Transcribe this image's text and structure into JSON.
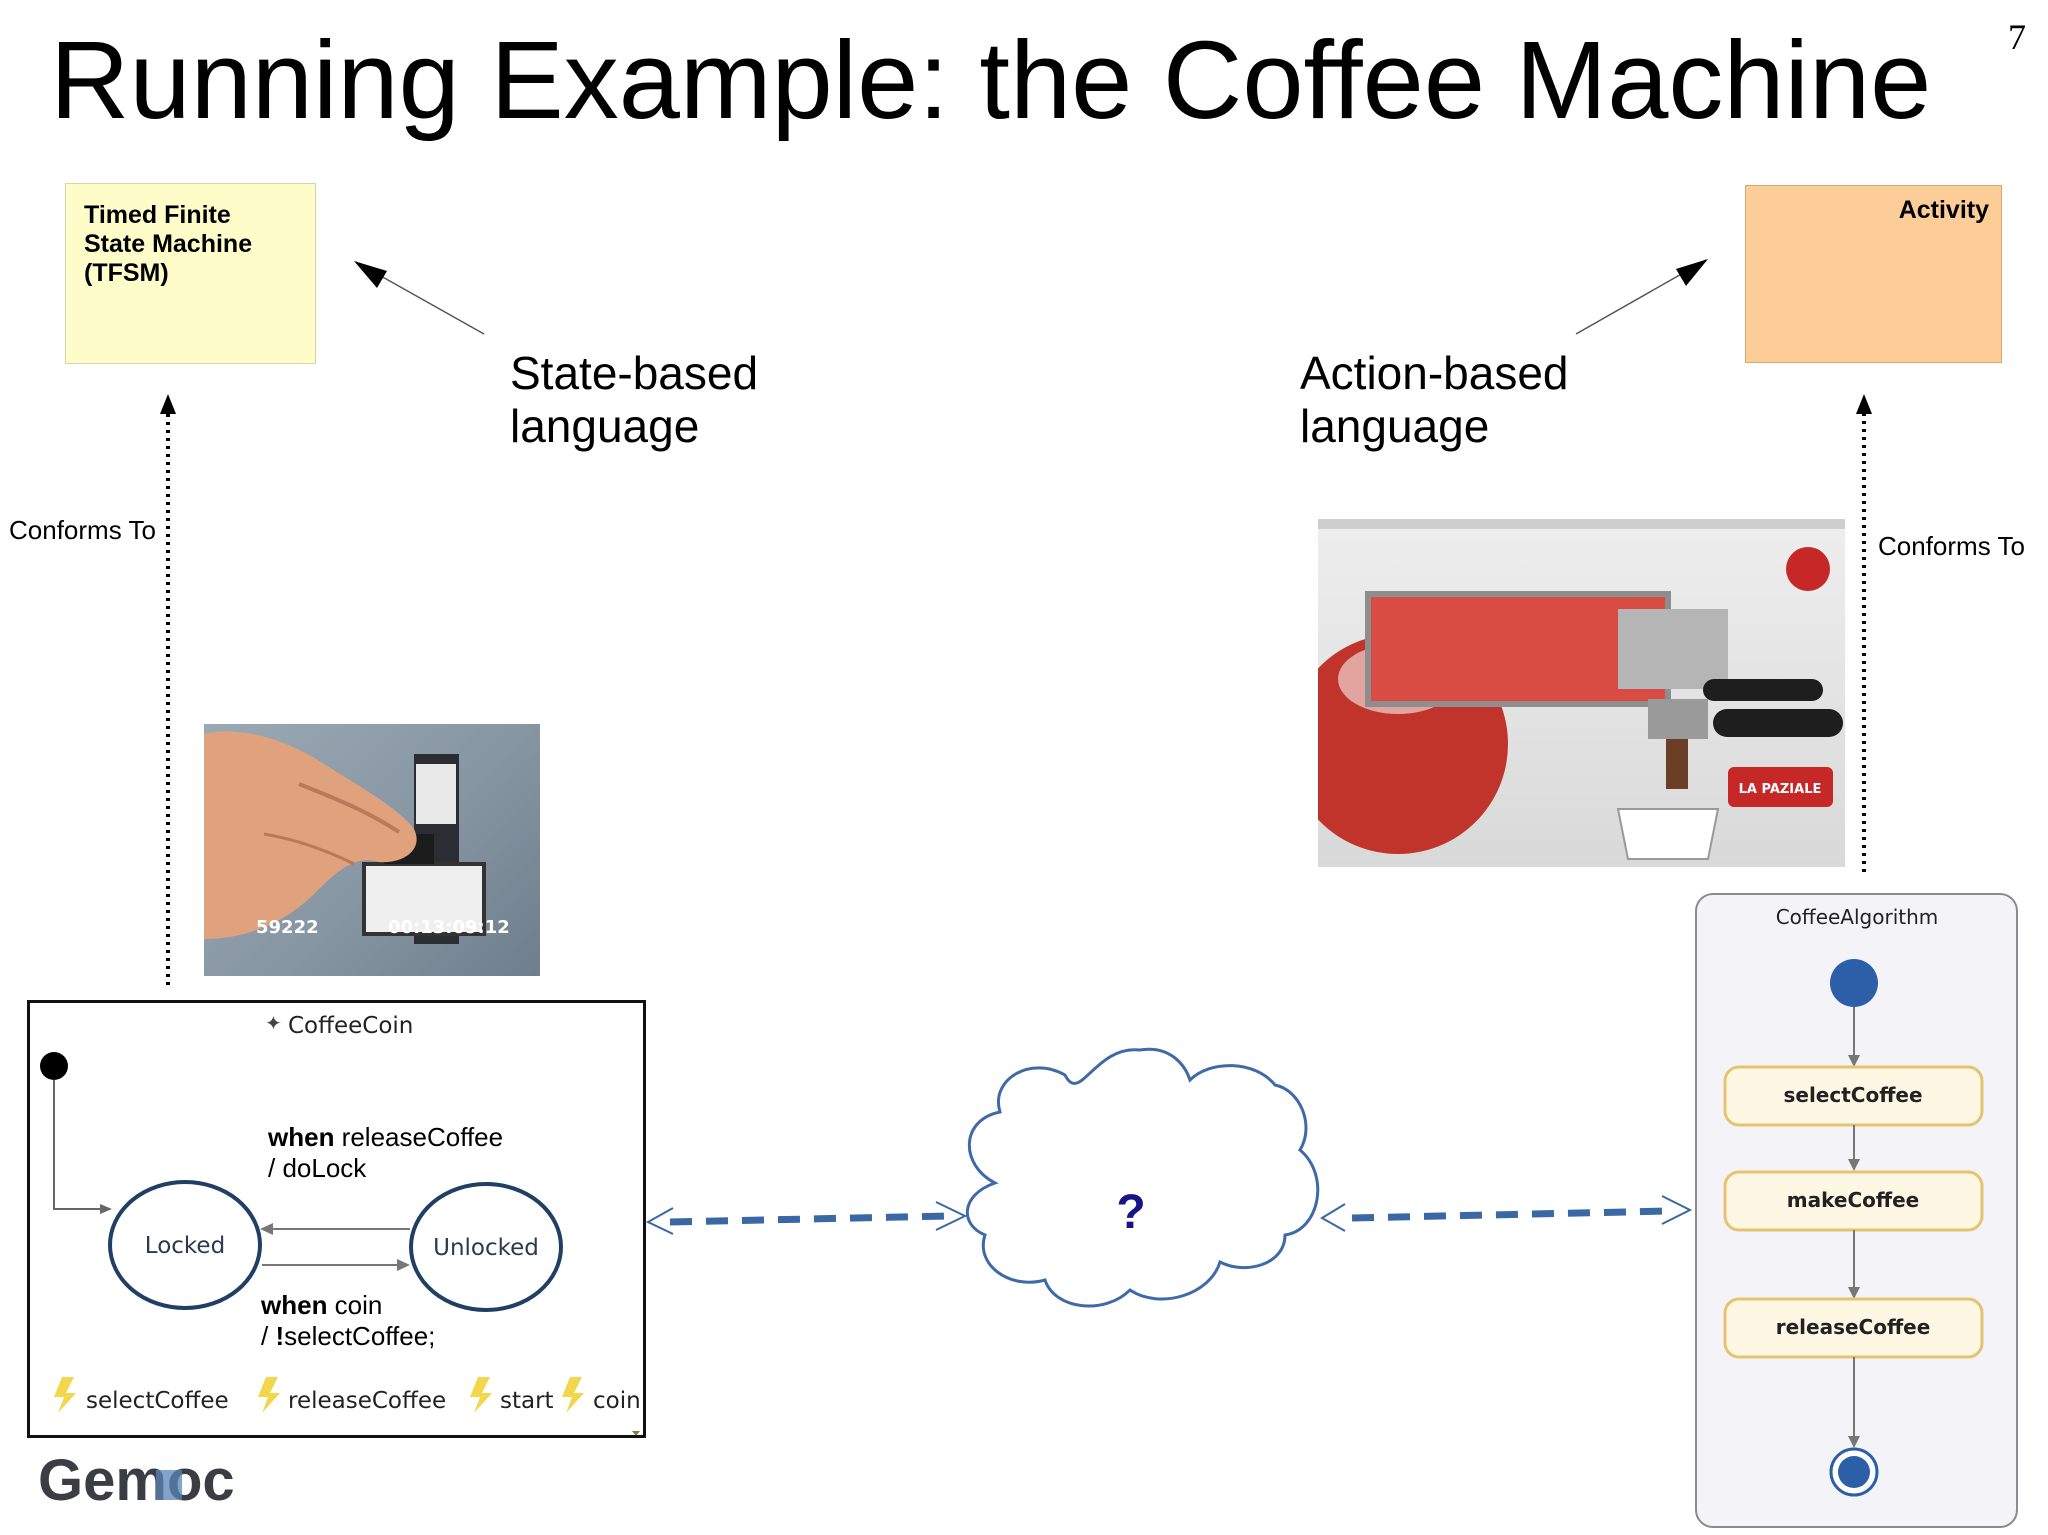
{
  "slide": {
    "title": "Running Example: the Coffee Machine",
    "page_number": "7"
  },
  "metamodels": {
    "state_based": {
      "box_label": "Timed Finite\nState Machine\n(TFSM)",
      "language_label": "State-based\nlanguage",
      "conforms_label": "Conforms To",
      "box_color": "#fefdca"
    },
    "action_based": {
      "box_label": "Activity",
      "language_label": "Action-based\nlanguage",
      "conforms_label": "Conforms To",
      "box_color": "#fccd96"
    }
  },
  "photos": {
    "coin_photo": {
      "left_code": "59222",
      "timecode": "00:13:09:12"
    },
    "espresso_photo": {
      "brand": "LA PAZIALE"
    }
  },
  "coffeecoin_model": {
    "title": "CoffeeCoin",
    "states": [
      "Locked",
      "Unlocked"
    ],
    "transition_top": {
      "keyword": "when",
      "event": " releaseCoffee",
      "action": "/ doLock"
    },
    "transition_bottom": {
      "keyword": "when",
      "event": " coin",
      "action_prefix": "/ ",
      "action_bang": "!",
      "action_name": "selectCoffee;"
    },
    "events": [
      "selectCoffee",
      "releaseCoffee",
      "start",
      "coin"
    ],
    "accent_color": "#1f3f64"
  },
  "activity_model": {
    "title": "CoffeeAlgorithm",
    "actions": [
      "selectCoffee",
      "makeCoffee",
      "releaseCoffee"
    ],
    "node_color": "#2d5fa8"
  },
  "mapping": {
    "label": "?",
    "color": "#3a68a4"
  },
  "logo": {
    "text": "Gemoc"
  }
}
